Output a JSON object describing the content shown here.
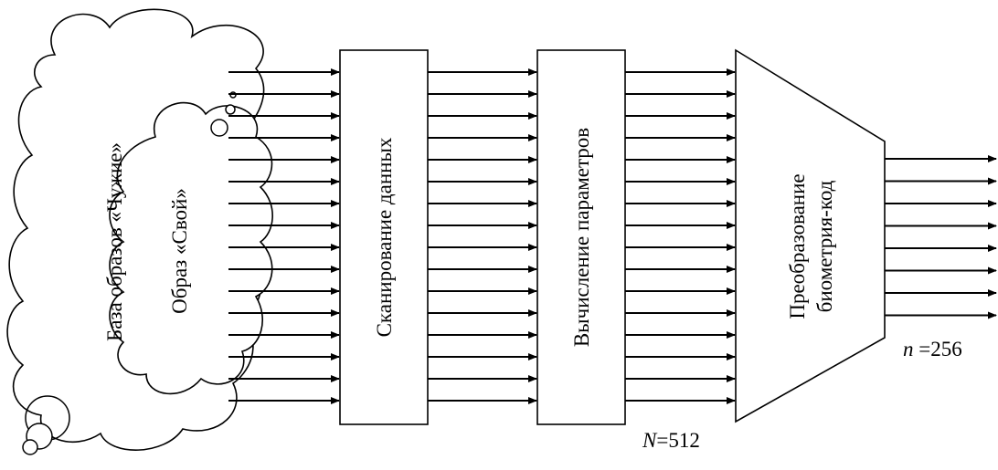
{
  "diagram": {
    "outer_cloud_label": "База образов «Чужие»",
    "inner_cloud_label": "Образ «Свой»",
    "block1_label": "Сканирование данных",
    "block2_label": "Вычисление параметров",
    "block3_label_line1": "Преобразование",
    "block3_label_line2": "биометрия-код",
    "input_count_var": "N",
    "input_count_value": "=512",
    "output_count_var": "n",
    "output_count_value": " =256",
    "input_arrow_count": 16,
    "output_arrow_count": 8,
    "stroke_color": "#000000"
  }
}
